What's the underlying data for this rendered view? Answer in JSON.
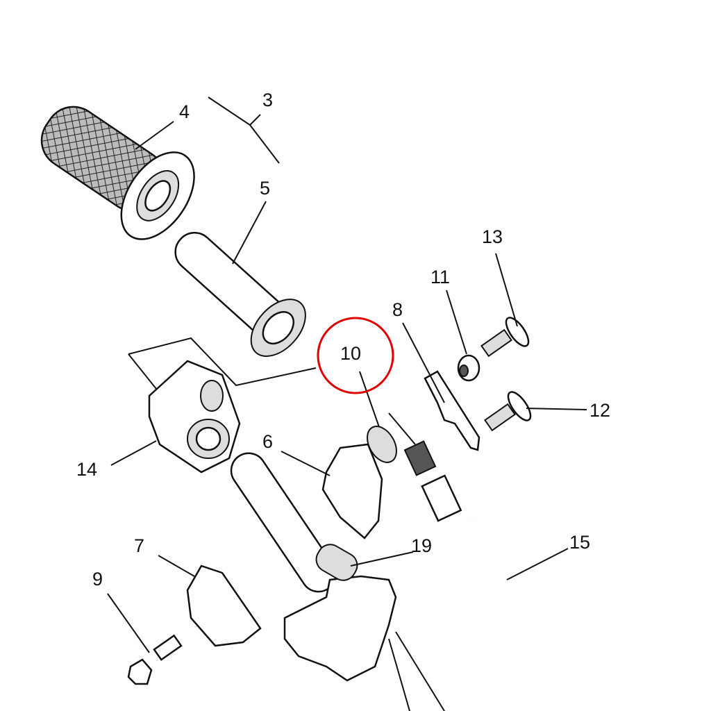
{
  "diagram": {
    "callouts": {
      "c3": "3",
      "c4": "4",
      "c5": "5",
      "c6": "6",
      "c7": "7",
      "c8": "8",
      "c9": "9",
      "c10": "10",
      "c11": "11",
      "c12": "12",
      "c13": "13",
      "c14": "14",
      "c15": "15",
      "c19": "19"
    },
    "highlighted_callout": "10",
    "highlight_color": "#e00000"
  }
}
